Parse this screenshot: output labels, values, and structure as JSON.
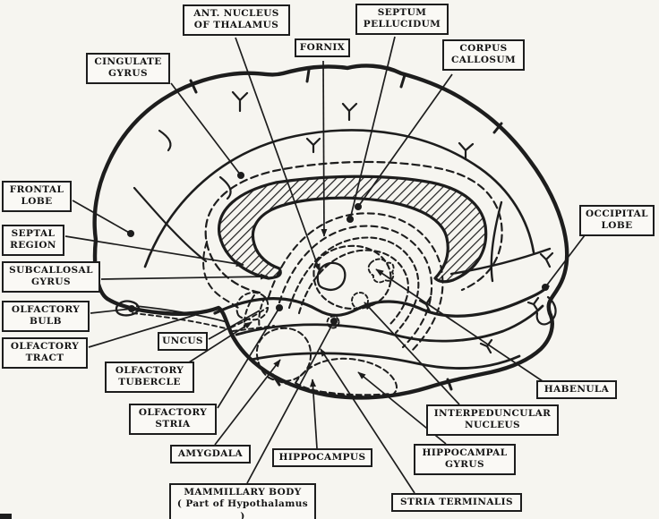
{
  "figure": {
    "type": "anatomical-line-diagram",
    "subject": "Medial (sagittal) view of the human brain with limbic system structures labeled",
    "style": "black ink on scanned paper",
    "ink_color": "#1d1d1d",
    "paper_color": "#f6f5f0",
    "corpus_callosum_fill": "diagonal-hatching",
    "hidden_structures_style": "dashed outlines"
  },
  "labels": [
    {
      "id": "ant-nucleus-of-thalamus",
      "text": "ANT. NUCLEUS\nOF THALAMUS"
    },
    {
      "id": "septum-pellucidum",
      "text": "SEPTUM\nPELLUCIDUM"
    },
    {
      "id": "fornix",
      "text": "FORNIX"
    },
    {
      "id": "corpus-callosum",
      "text": "CORPUS\nCALLOSUM"
    },
    {
      "id": "cingulate-gyrus",
      "text": "CINGULATE\nGYRUS"
    },
    {
      "id": "frontal-lobe",
      "text": "FRONTAL\nLOBE"
    },
    {
      "id": "septal-region",
      "text": "SEPTAL\nREGION"
    },
    {
      "id": "subcallosal-gyrus",
      "text": "SUBCALLOSAL\nGYRUS"
    },
    {
      "id": "olfactory-bulb",
      "text": "OLFACTORY\nBULB"
    },
    {
      "id": "olfactory-tract",
      "text": "OLFACTORY\nTRACT"
    },
    {
      "id": "uncus",
      "text": "UNCUS"
    },
    {
      "id": "olfactory-tubercle",
      "text": "OLFACTORY\nTUBERCLE"
    },
    {
      "id": "olfactory-stria",
      "text": "OLFACTORY\nSTRIA"
    },
    {
      "id": "amygdala",
      "text": "AMYGDALA"
    },
    {
      "id": "mammillary-body",
      "text": "MAMMILLARY BODY\n( Part of Hypothalamus )"
    },
    {
      "id": "hippocampus",
      "text": "HIPPOCAMPUS"
    },
    {
      "id": "hippocampal-gyrus",
      "text": "HIPPOCAMPAL\nGYRUS"
    },
    {
      "id": "stria-terminalis",
      "text": "STRIA TERMINALIS"
    },
    {
      "id": "interpeduncular-nucleus",
      "text": "INTERPEDUNCULAR\nNUCLEUS"
    },
    {
      "id": "habenula",
      "text": "HABENULA"
    },
    {
      "id": "occipital-lobe",
      "text": "OCCIPITAL\nLOBE"
    }
  ]
}
